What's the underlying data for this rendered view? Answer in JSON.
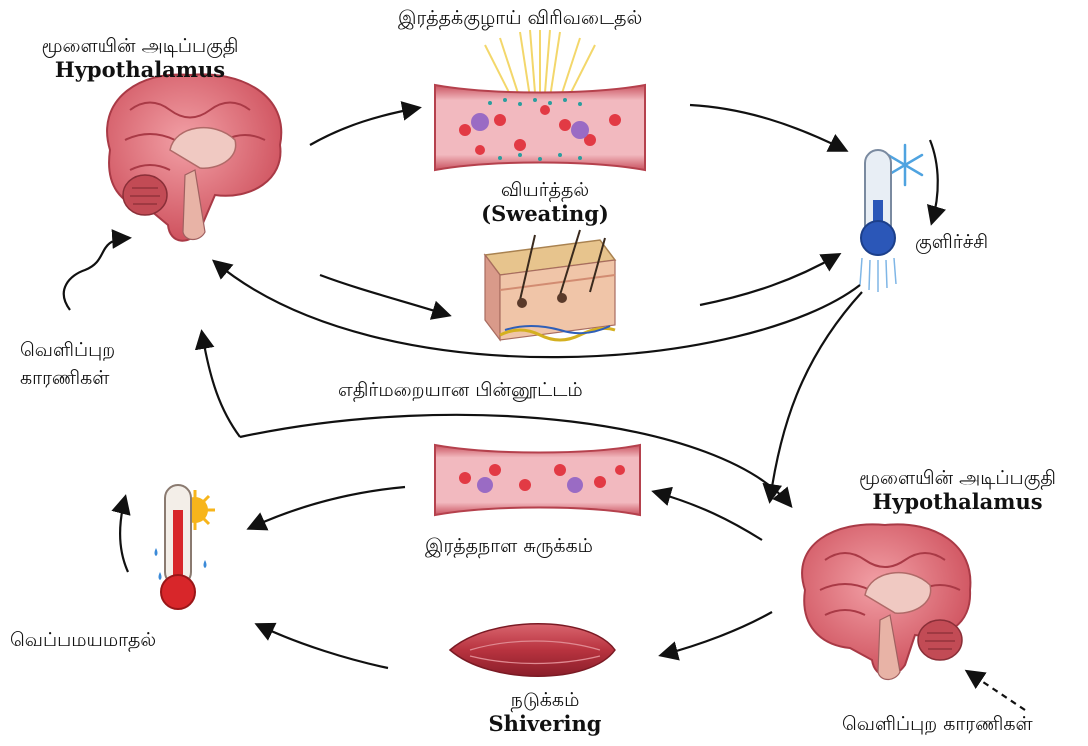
{
  "hypothalamus_top": {
    "ta": "மூளையின் அடிப்பகுதி",
    "en": "Hypothalamus"
  },
  "hypothalamus_bottom": {
    "ta": "மூளையின் அடிப்பகுதி",
    "en": "Hypothalamus"
  },
  "vasodilation": "இரத்தக்குழாய் விரிவடைதல்",
  "sweating": {
    "ta": "வியர்த்தல்",
    "en": "(Sweating)"
  },
  "cooling": "குளிர்ச்சி",
  "external_left": {
    "line1": "வெளிப்புற",
    "line2": "காரணிகள்"
  },
  "negative_feedback": "எதிர்மறையான பின்னூட்டம்",
  "vasoconstriction": "இரத்தநாள சுருக்கம்",
  "heating": "வெப்பமயமாதல்",
  "shivering": {
    "ta": "நடுக்கம்",
    "en": "Shivering"
  },
  "external_bottom": "வெளிப்புற காரணிகள்",
  "colors": {
    "brain": "#d9656f",
    "brain_dark": "#a93a46",
    "vessel": "#e98b96",
    "vessel_wall": "#c9525f",
    "muscle": "#b8333f",
    "thermo_cold": "#2b57b8",
    "thermo_hot": "#d8262a",
    "sun": "#f7b51b",
    "arrow": "#111111"
  }
}
